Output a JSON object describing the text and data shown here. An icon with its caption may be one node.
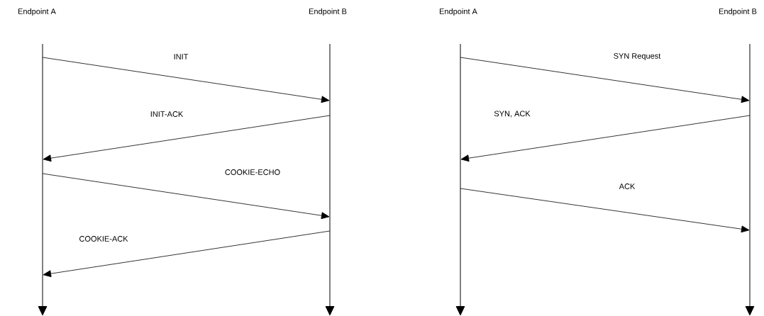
{
  "diagram": {
    "nodes": [
      {
        "text": [
          "Endpoint A"
        ]
      },
      {
        "text": [
          "Endpoint B"
        ]
      },
      {
        "text": [
          "Endpoint A"
        ]
      },
      {
        "text": [
          "Endpoint B"
        ]
      }
    ],
    "edges": [
      {
        "from": 0,
        "to": 1,
        "arrow": "to",
        "label": "INIT"
      },
      {
        "from": 1,
        "to": 0,
        "arrow": "to",
        "label": "INIT-ACK"
      },
      {
        "from": 0,
        "to": 1,
        "arrow": "to",
        "label": "COOKIE-ECHO"
      },
      {
        "from": 1,
        "to": 0,
        "arrow": "to",
        "label": "COOKIE-ACK"
      },
      {
        "from": 2,
        "to": 3,
        "arrow": "to",
        "label": "SYN Request"
      },
      {
        "from": 3,
        "to": 2,
        "arrow": "to",
        "label": "SYN, ACK"
      },
      {
        "from": 2,
        "to": 3,
        "arrow": "to",
        "label": "ACK"
      }
    ]
  }
}
